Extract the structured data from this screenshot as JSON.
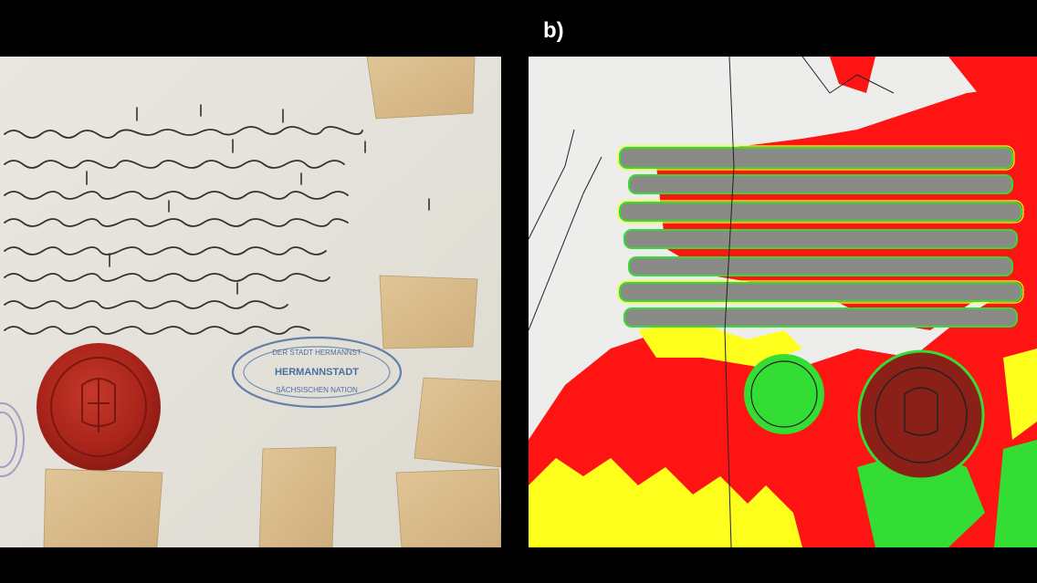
{
  "figure": {
    "panel_label": "b)"
  },
  "left_panel": {
    "stamp_text_line1": "DER STADT HERMANNST",
    "stamp_text_line2": "HERMANNSTADT",
    "stamp_text_line3": "SÄCHSISCHEN NATION"
  },
  "colors": {
    "background": "#000000",
    "parchment": "#e6e3da",
    "ink": "#3b2f2a",
    "wax_seal": "#b42a1f",
    "patch": "#d8b888",
    "stamp_blue": "#4a6fa0",
    "analysis_red": "#ff1414",
    "analysis_yellow": "#ffff1e",
    "analysis_green": "#33dd33",
    "analysis_gray": "#8a8a86"
  }
}
